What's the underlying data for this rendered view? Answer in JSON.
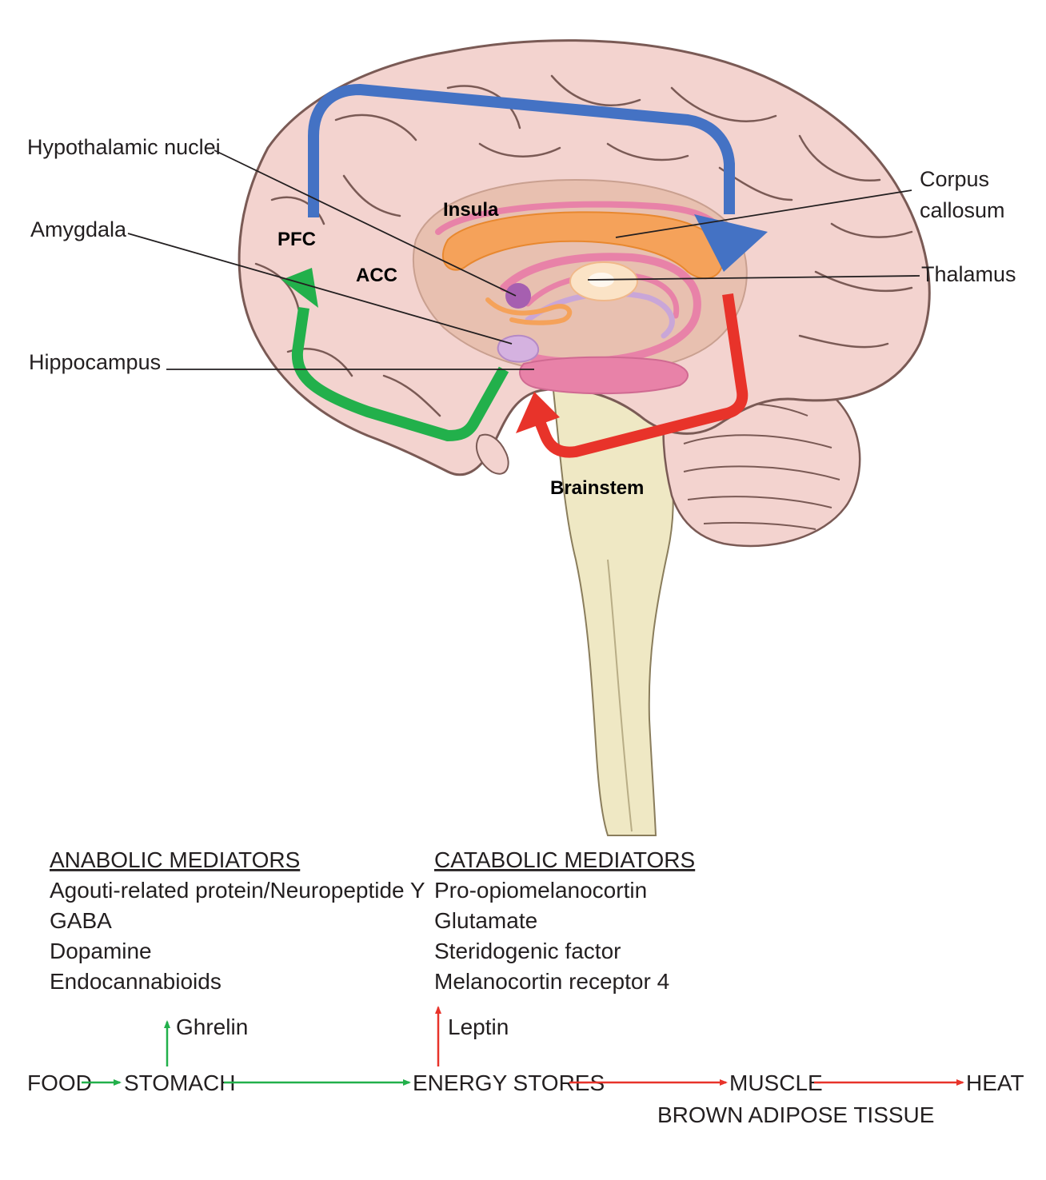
{
  "labels": {
    "hypothalamic_nuclei": "Hypothalamic nuclei",
    "amygdala": "Amygdala",
    "hippocampus": "Hippocampus",
    "corpus_callosum_1": "Corpus",
    "corpus_callosum_2": "callosum",
    "thalamus": "Thalamus"
  },
  "regions": {
    "pfc": "PFC",
    "acc": "ACC",
    "insula": "Insula",
    "brainstem": "Brainstem"
  },
  "anabolic": {
    "heading": "ANABOLIC MEDIATORS",
    "items": [
      "Agouti-related protein/Neuropeptide Y",
      "GABA",
      "Dopamine",
      "Endocannabioids"
    ]
  },
  "catabolic": {
    "heading": "CATABOLIC MEDIATORS",
    "items": [
      "Pro-opiomelanocortin",
      "Glutamate",
      "Steridogenic factor",
      "Melanocortin receptor 4"
    ]
  },
  "flow": {
    "food": "FOOD",
    "stomach": "STOMACH",
    "ghrelin": "Ghrelin",
    "energy_stores": "ENERGY STORES",
    "leptin": "Leptin",
    "muscle": "MUSCLE",
    "brown_adipose": "BROWN ADIPOSE TISSUE",
    "heat": "HEAT"
  },
  "colors": {
    "brain": "#f3d3cf",
    "brain_stroke": "#7a5a55",
    "stem": "#efe8c4",
    "limbic": "#e8c0b0",
    "orange": "#f5a25a",
    "pink": "#e882a8",
    "lavender": "#c9a6d8",
    "blue": "#4472c4",
    "green": "#22b04b",
    "red": "#e8332a"
  }
}
